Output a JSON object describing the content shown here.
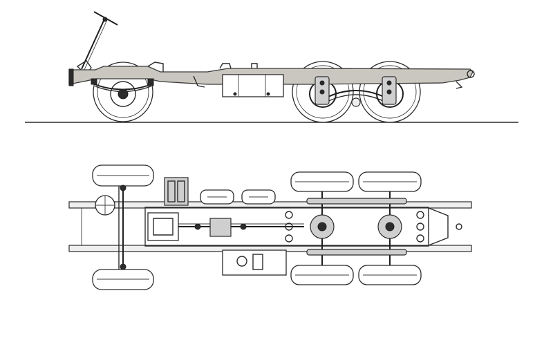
{
  "colors": {
    "background": "#ffffff",
    "line": "#2a2a2a",
    "frame_highlight": "#c9c7bf",
    "tire_fill": "#ffffff"
  },
  "views": [
    {
      "id": "side",
      "name": "side-elevation"
    },
    {
      "id": "plan",
      "name": "plan-view"
    }
  ]
}
